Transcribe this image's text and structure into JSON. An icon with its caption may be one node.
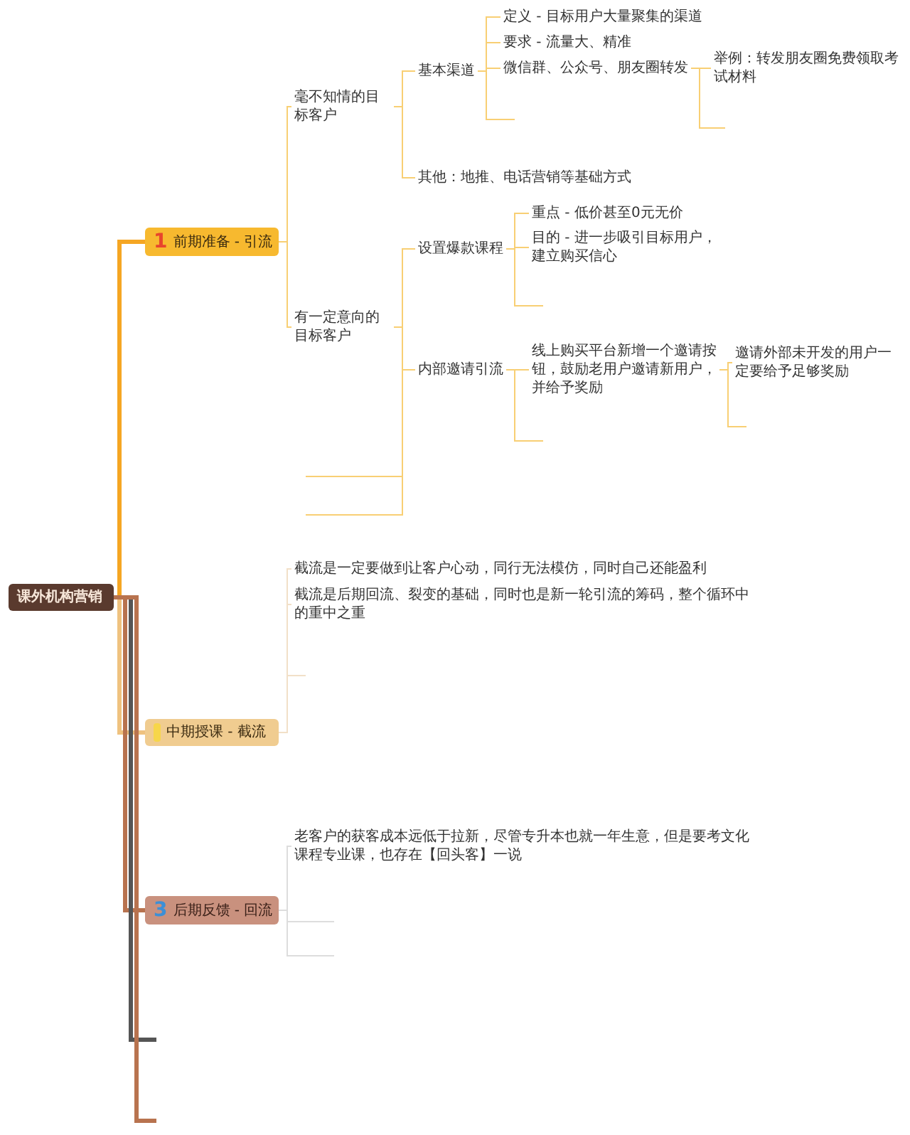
{
  "diagram": {
    "nodes": [
      {
        "text": [
          "课外机构营销"
        ]
      },
      {
        "text": [
          "1",
          "前期准备 - 引流"
        ]
      },
      {
        "text": [
          "毫不知情的目标客户"
        ]
      },
      {
        "text": [
          "基本渠道"
        ]
      },
      {
        "text": [
          "定义 - 目标用户大量聚集的渠道"
        ]
      },
      {
        "text": [
          "要求 - 流量大、精准"
        ]
      },
      {
        "text": [
          "微信群、公众号、朋友圈转发"
        ]
      },
      {
        "text": [
          "举例：转发朋友圈免费领取考试材料"
        ]
      },
      {
        "text": [
          "其他：地推、电话营销等基础方式"
        ]
      },
      {
        "text": [
          "有一定意向的目标客户"
        ]
      },
      {
        "text": [
          "设置爆款课程"
        ]
      },
      {
        "text": [
          "重点 - 低价甚至0元无价"
        ]
      },
      {
        "text": [
          "目的 - 进一步吸引目标用户，建立购买信心"
        ]
      },
      {
        "text": [
          "内部邀请引流"
        ]
      },
      {
        "text": [
          "线上购买平台新增一个邀请按钮，鼓励老用户邀请新用户，并给予奖励"
        ]
      },
      {
        "text": [
          "邀请外部未开发的用户一定要给予足够奖励"
        ]
      },
      {
        "text": [
          "中期授课 - 截流"
        ]
      },
      {
        "text": [
          "截流是一定要做到让客户心动，同行无法模仿，同时自己还能盈利"
        ]
      },
      {
        "text": [
          "截流是后期回流、裂变的基础，同时也是新一轮引流的筹码，整个循环中的重中之重"
        ]
      },
      {
        "text": [
          "3",
          "后期反馈 - 回流"
        ]
      },
      {
        "text": [
          "老客户的获客成本远低于拉新，尽管专升本也就一年生意，但是要考文化课程专业课，也存在【回头客】一说"
        ]
      }
    ],
    "edges": [
      {
        "from": 0,
        "to": 1,
        "arrow": "none",
        "style": "thick",
        "color": "#f5a623"
      },
      {
        "from": 0,
        "to": 16,
        "arrow": "none",
        "style": "thick",
        "color": "#efc27f"
      },
      {
        "from": 0,
        "to": 19,
        "arrow": "none",
        "style": "thick",
        "color": "#b8734f"
      },
      {
        "from": 0,
        "to": null,
        "arrow": "none",
        "style": "thick",
        "color": "#555555"
      },
      {
        "from": 0,
        "to": null,
        "arrow": "none",
        "style": "thick",
        "color": "#b8734f"
      },
      {
        "from": 1,
        "to": 2,
        "arrow": "none"
      },
      {
        "from": 1,
        "to": 9,
        "arrow": "none"
      },
      {
        "from": 2,
        "to": 3,
        "arrow": "none"
      },
      {
        "from": 2,
        "to": 8,
        "arrow": "none"
      },
      {
        "from": 3,
        "to": 4,
        "arrow": "none"
      },
      {
        "from": 3,
        "to": 5,
        "arrow": "none"
      },
      {
        "from": 3,
        "to": 6,
        "arrow": "none"
      },
      {
        "from": 3,
        "to": null,
        "arrow": "none"
      },
      {
        "from": 6,
        "to": 7,
        "arrow": "none"
      },
      {
        "from": 6,
        "to": null,
        "arrow": "none"
      },
      {
        "from": 9,
        "to": 10,
        "arrow": "none"
      },
      {
        "from": 9,
        "to": 13,
        "arrow": "none"
      },
      {
        "from": 9,
        "to": null,
        "arrow": "none"
      },
      {
        "from": 9,
        "to": null,
        "arrow": "none"
      },
      {
        "from": 10,
        "to": 11,
        "arrow": "none"
      },
      {
        "from": 10,
        "to": 12,
        "arrow": "none"
      },
      {
        "from": 10,
        "to": null,
        "arrow": "none"
      },
      {
        "from": 13,
        "to": 14,
        "arrow": "none"
      },
      {
        "from": 13,
        "to": null,
        "arrow": "none"
      },
      {
        "from": 14,
        "to": 15,
        "arrow": "none"
      },
      {
        "from": 14,
        "to": null,
        "arrow": "none"
      },
      {
        "from": 16,
        "to": 17,
        "arrow": "none",
        "color": "#f2e0c8"
      },
      {
        "from": 16,
        "to": 18,
        "arrow": "none",
        "color": "#f2e0c8"
      },
      {
        "from": 16,
        "to": null,
        "arrow": "none",
        "color": "#f2e0c8"
      },
      {
        "from": 19,
        "to": 20,
        "arrow": "none",
        "color": "#dddddd"
      },
      {
        "from": 19,
        "to": null,
        "arrow": "none",
        "color": "#dddddd"
      },
      {
        "from": 19,
        "to": null,
        "arrow": "none",
        "color": "#dddddd"
      }
    ]
  }
}
